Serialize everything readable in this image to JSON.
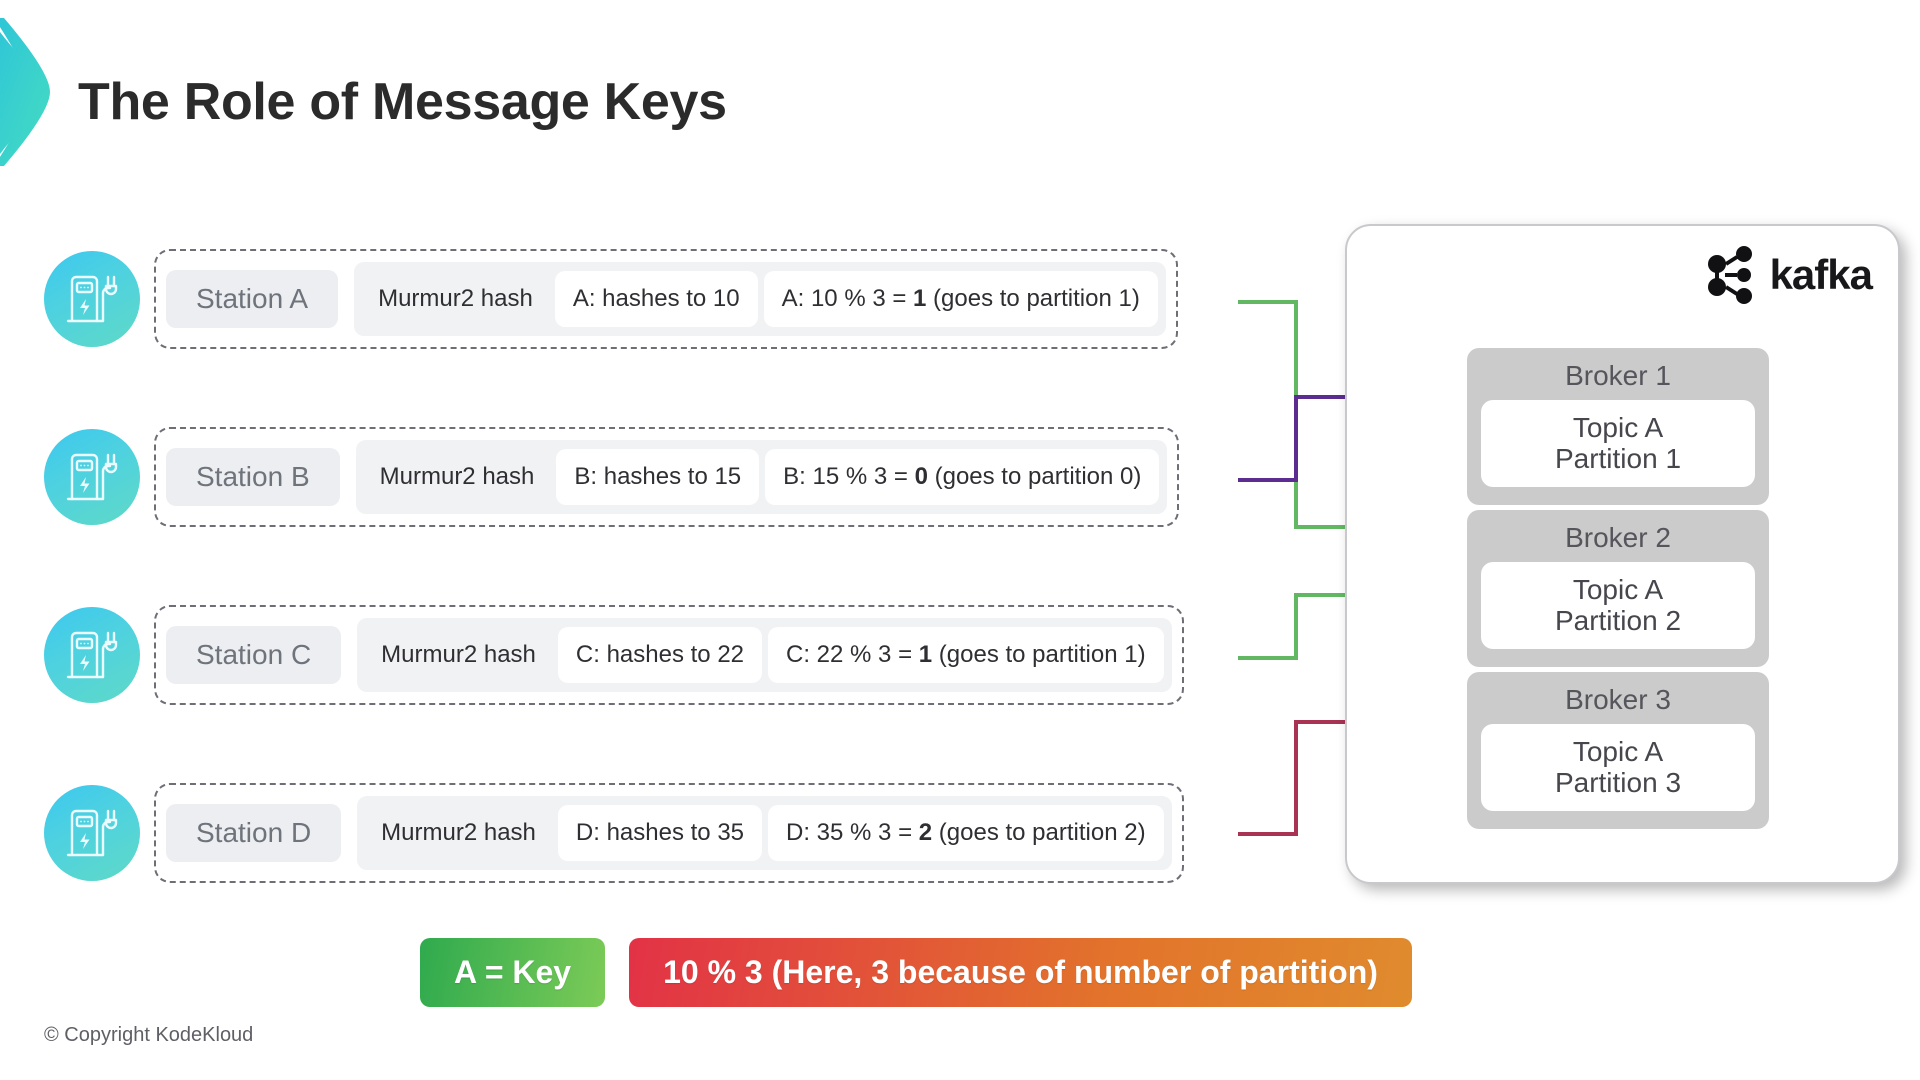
{
  "slide": {
    "title": "The Role of Message Keys",
    "copyright": "© Copyright KodeKloud"
  },
  "accent": {
    "chevron_icon": "chevron-accent",
    "color_start": "#2ec5d8",
    "color_end": "#3fd9c4"
  },
  "rows": [
    {
      "icon": "ev-charging-station-icon",
      "station": "Station A",
      "hash_label": "Murmur2 hash",
      "hash_value": "A: hashes to 10",
      "result_prefix": "A: 10 % 3 = ",
      "result_partition": "1",
      "result_suffix": " (goes to partition 1)",
      "arrow_color": "#62b862",
      "target_broker": "Broker 2"
    },
    {
      "icon": "ev-charging-station-icon",
      "station": "Station B",
      "hash_label": "Murmur2 hash",
      "hash_value": "B: hashes to 15",
      "result_prefix": "B: 15 % 3 = ",
      "result_partition": "0",
      "result_suffix": " (goes to partition 0)",
      "arrow_color": "#5b2d91",
      "target_broker": "Broker 1"
    },
    {
      "icon": "ev-charging-station-icon",
      "station": "Station C",
      "hash_label": "Murmur2 hash",
      "hash_value": "C: hashes to 22",
      "result_prefix": "C: 22 % 3 = ",
      "result_partition": "1",
      "result_suffix": " (goes to partition 1)",
      "arrow_color": "#62b862",
      "target_broker": "Broker 2"
    },
    {
      "icon": "ev-charging-station-icon",
      "station": "Station D",
      "hash_label": "Murmur2 hash",
      "hash_value": "D: hashes to 35",
      "result_prefix": "D: 35 % 3 = ",
      "result_partition": "2",
      "result_suffix": " (goes to partition 2)",
      "arrow_color": "#a83352",
      "target_broker": "Broker 3"
    }
  ],
  "kafka": {
    "logo_icon": "kafka-logo-icon",
    "logo_text": "kafka",
    "brokers": [
      {
        "title": "Broker 1",
        "topic": "Topic A",
        "partition": "Partition 1"
      },
      {
        "title": "Broker 2",
        "topic": "Topic A",
        "partition": "Partition 2"
      },
      {
        "title": "Broker 3",
        "topic": "Topic A",
        "partition": "Partition 3"
      }
    ]
  },
  "legend": {
    "key_badge": "A = Key",
    "key_badge_color": "#2faa4e",
    "mod_badge": "10 % 3 (Here, 3 because of number of partition)",
    "mod_badge_color": "#e23246"
  }
}
